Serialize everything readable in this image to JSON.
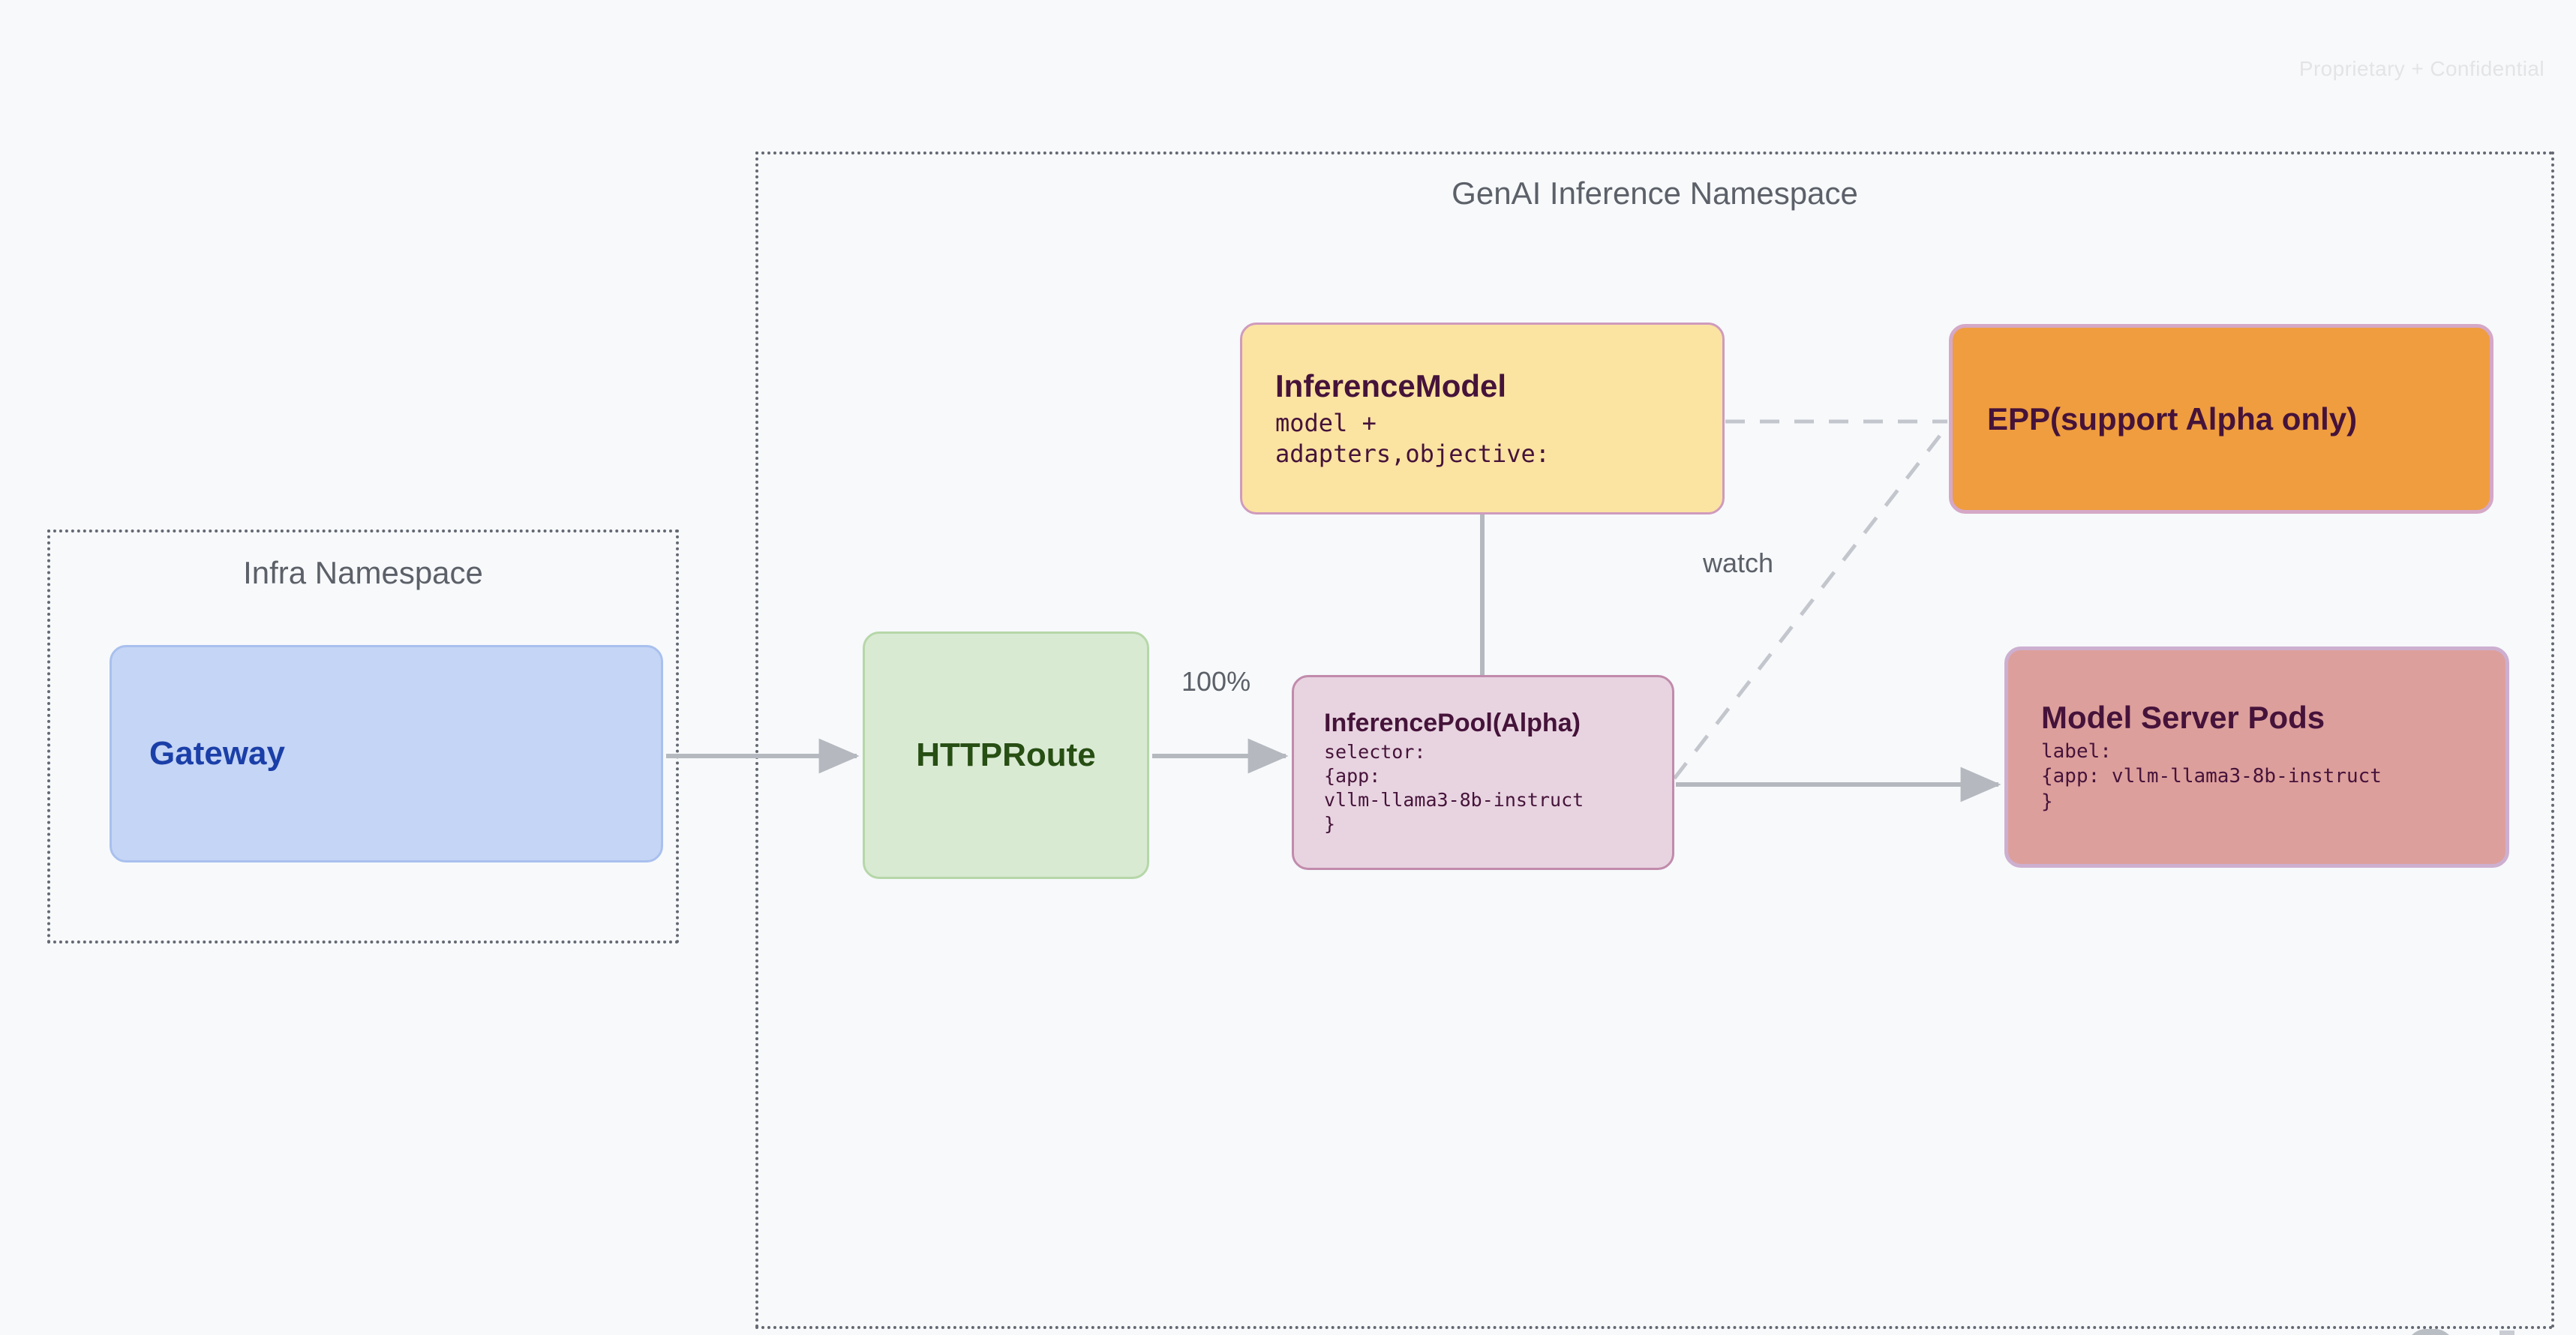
{
  "watermark": "Proprietary + Confidential",
  "namespaces": [
    {
      "id": "infra",
      "title": "Infra Namespace"
    },
    {
      "id": "genai",
      "title": "GenAI Inference Namespace"
    }
  ],
  "nodes": {
    "gateway": {
      "title": "Gateway",
      "fill": "#c5d5f5",
      "stroke": "#a9c0ee",
      "text_color": "#1b3fa8"
    },
    "httproute": {
      "title": "HTTPRoute",
      "fill": "#d9ead3",
      "stroke": "#b6d7a8",
      "text_color": "#274e13"
    },
    "inference_model": {
      "title": "InferenceModel",
      "body": "model +\nadapters,objective:",
      "fill": "#fbe3a2",
      "stroke": "#cf9bbd",
      "text_color": "#45133a"
    },
    "inference_pool": {
      "title": "InferencePool(Alpha)",
      "body": "selector:\n{app:\nvllm-llama3-8b-instruct\n}",
      "fill": "#e8d4e0",
      "stroke": "#c18bac",
      "text_color": "#45133a"
    },
    "epp": {
      "title": "EPP(support Alpha only)",
      "fill": "#ef9d3f",
      "stroke": "#d5a8c6",
      "text_color": "#45133a"
    },
    "model_server_pods": {
      "title": "Model Server Pods",
      "body": "label:\n{app: vllm-llama3-8b-instruct\n}",
      "fill": "#dd9f9c",
      "stroke": "#cdafd0",
      "text_color": "#45133a"
    }
  },
  "edges": {
    "gateway_to_httproute": {
      "label": "",
      "style": "solid",
      "arrow": true
    },
    "httproute_to_pool": {
      "label": "100%",
      "style": "solid",
      "arrow": true
    },
    "model_to_pool": {
      "label": "",
      "style": "solid",
      "arrow": false
    },
    "pool_to_pods": {
      "label": "",
      "style": "solid",
      "arrow": true
    },
    "model_to_epp": {
      "label": "",
      "style": "dashed",
      "arrow": false
    },
    "pool_to_epp": {
      "label": "watch",
      "style": "dashed",
      "arrow": false
    }
  },
  "edge_labels": {
    "traffic_weight": "100%",
    "watch": "watch"
  },
  "colors": {
    "background": "#f7f9fb",
    "namespace_border": "#646872",
    "namespace_title": "#5c6068",
    "edge": "#b5b9bf",
    "watermark": "#e4e4e6"
  }
}
